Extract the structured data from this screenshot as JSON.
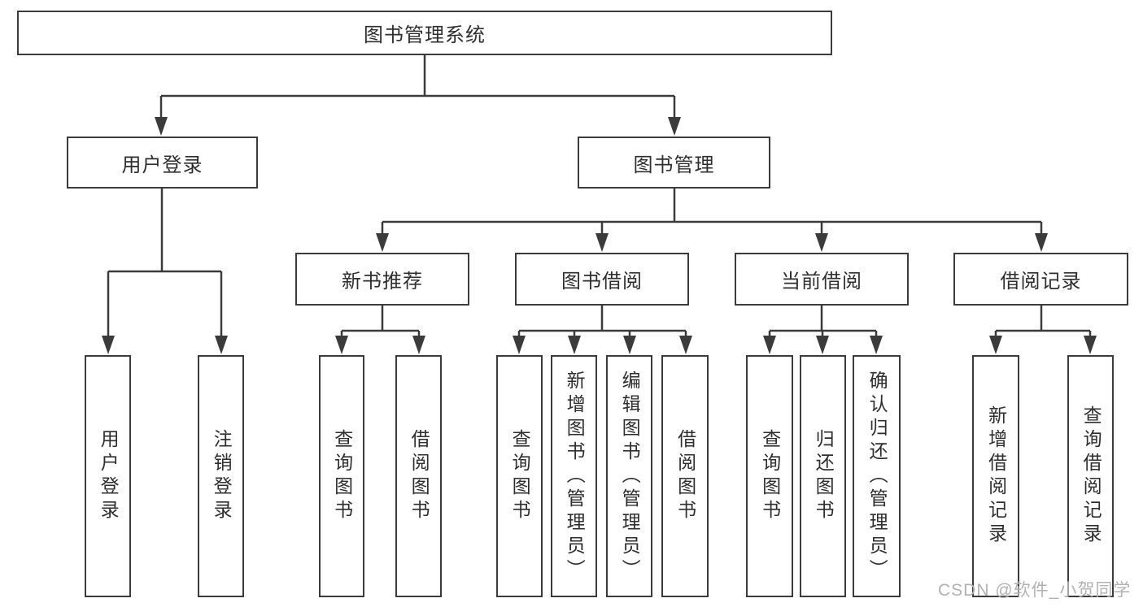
{
  "tree": {
    "label": "图书管理系统",
    "children": [
      {
        "label": "用户登录",
        "children": [
          {
            "label": "用户登录"
          },
          {
            "label": "注销登录"
          }
        ]
      },
      {
        "label": "图书管理",
        "children": [
          {
            "label": "新书推荐",
            "children": [
              {
                "label": "查询图书"
              },
              {
                "label": "借阅图书"
              }
            ]
          },
          {
            "label": "图书借阅",
            "children": [
              {
                "label": "查询图书"
              },
              {
                "label": "新增图书（管理员）"
              },
              {
                "label": "编辑图书（管理员）"
              },
              {
                "label": "借阅图书"
              }
            ]
          },
          {
            "label": "当前借阅",
            "children": [
              {
                "label": "查询图书"
              },
              {
                "label": "归还图书"
              },
              {
                "label": "确认归还（管理员）"
              }
            ]
          },
          {
            "label": "借阅记录",
            "children": [
              {
                "label": "新增借阅记录"
              },
              {
                "label": "查询借阅记录"
              }
            ]
          }
        ]
      }
    ]
  },
  "watermark": {
    "text": "CSDN @软件_小贺同学"
  },
  "colors": {
    "line": "#3B3B3B",
    "text": "#2E2E2E",
    "watermark": "#B2B2B2",
    "background": "#FFFFFF"
  }
}
